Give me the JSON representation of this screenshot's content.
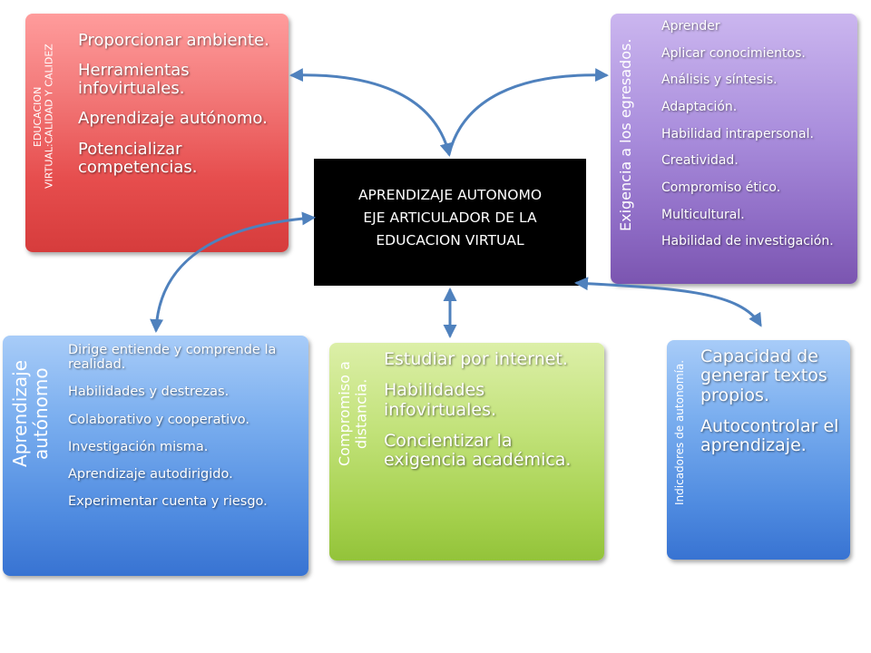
{
  "center": {
    "lines": [
      "APRENDIZAJE AUTONOMO",
      "EJE ARTICULADOR DE LA",
      "EDUCACION VIRTUAL"
    ]
  },
  "red_box": {
    "label_lines": [
      "EDUCACION",
      "VIRTUAL:CALIDAD Y CALIDEZ"
    ],
    "items": [
      "Proporcionar ambiente.",
      "Herramientas infovirtuales.",
      "Aprendizaje autónomo.",
      "Potencializar competencias."
    ]
  },
  "purple_box": {
    "label": "Exigencia a los egresados.",
    "items": [
      "Aprender",
      "Aplicar conocimientos.",
      "Análisis y síntesis.",
      "Adaptación.",
      "Habilidad intrapersonal.",
      "Creatividad.",
      "Compromiso ético.",
      "Multicultural.",
      "Habilidad de investigación."
    ]
  },
  "blue_left_box": {
    "label_lines": [
      "Aprendizaje",
      "autónomo"
    ],
    "items": [
      "Dirige entiende y comprende la realidad.",
      "Habilidades y destrezas.",
      "Colaborativo y cooperativo.",
      "Investigación misma.",
      "Aprendizaje autodirigido.",
      "Experimentar cuenta y riesgo."
    ]
  },
  "green_box": {
    "label_lines": [
      "Compromiso a",
      "distancia."
    ],
    "items": [
      "Estudiar por internet.",
      "Habilidades infovirtuales.",
      "Concientizar la exigencia académica."
    ]
  },
  "blue_right_box": {
    "label": "Indicadores de autonomía.",
    "items": [
      "Capacidad de generar textos propios.",
      "Autocontrolar el aprendizaje."
    ]
  },
  "colors": {
    "arrow": "#4f81bd",
    "center_bg": "#000000",
    "red": "#e64d4d",
    "purple": "#8c69c3",
    "blue": "#4f8be0",
    "green": "#a4d04c"
  }
}
